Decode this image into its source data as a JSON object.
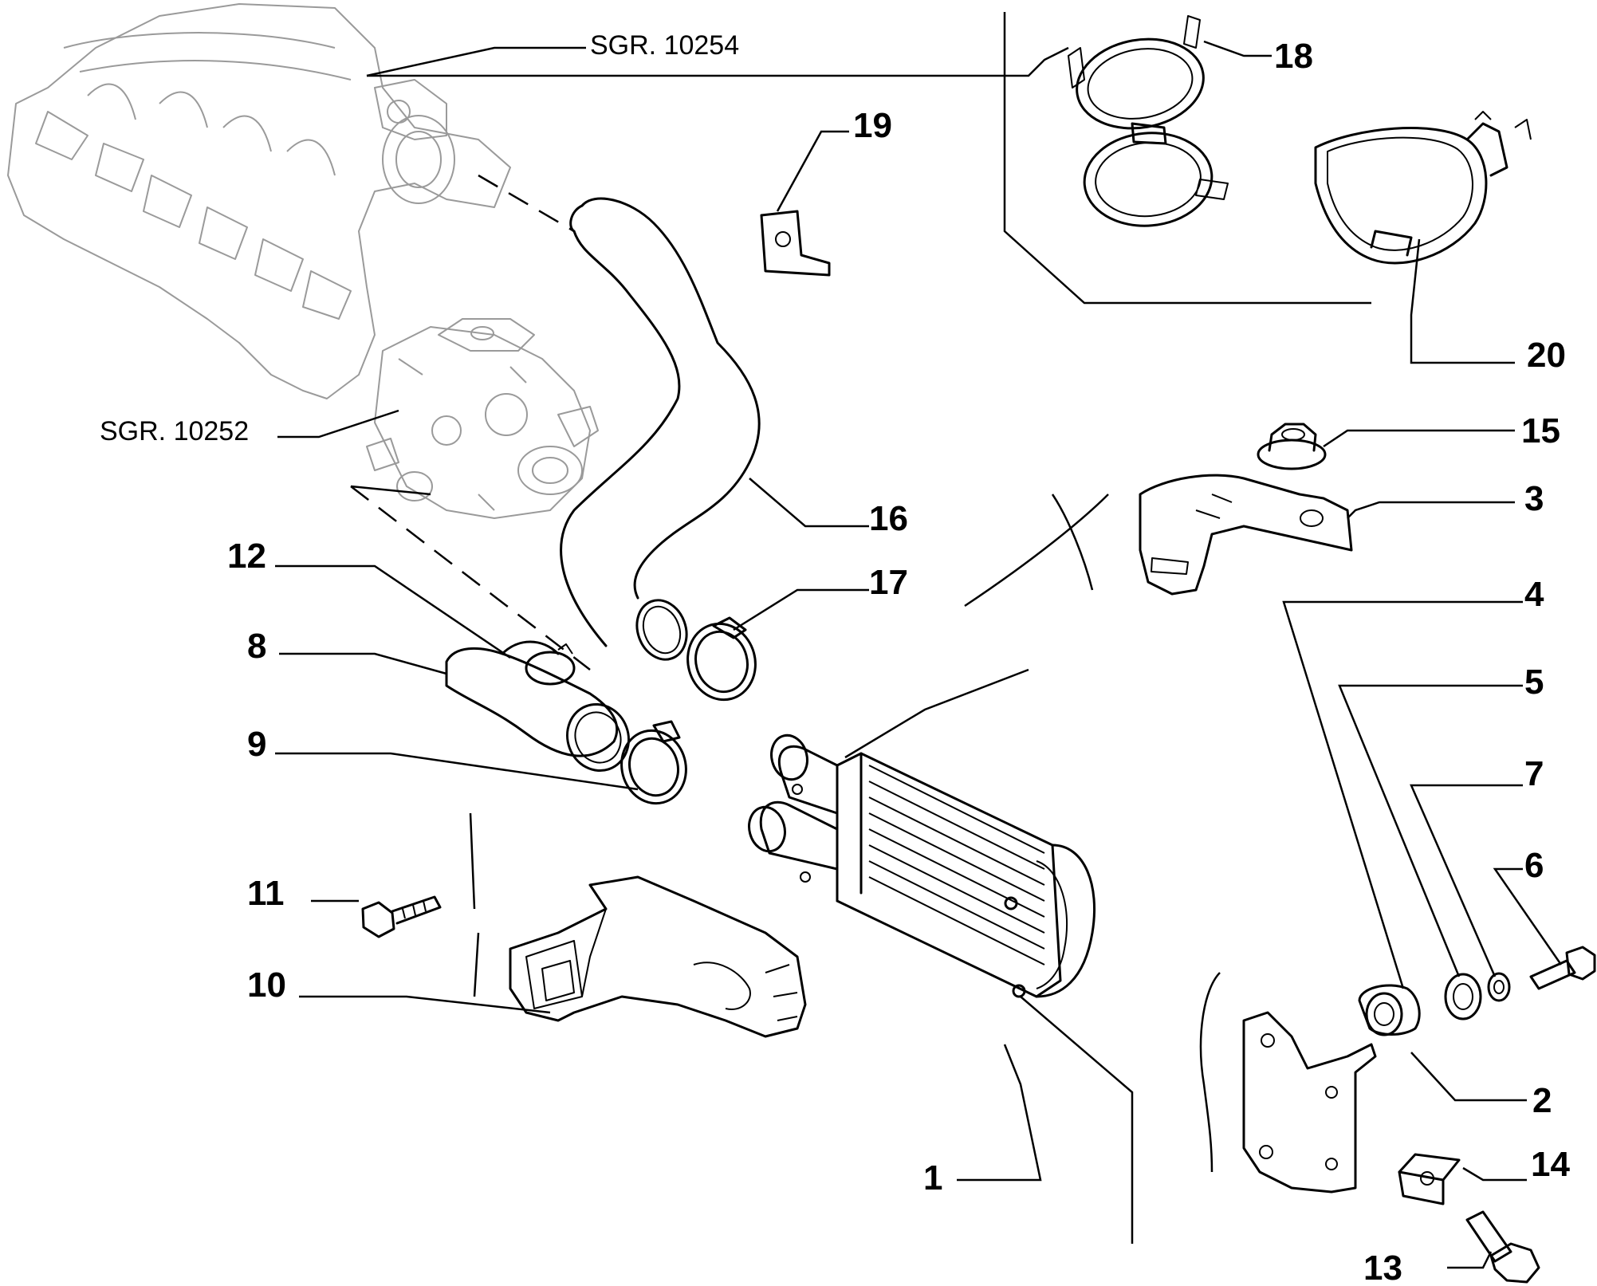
{
  "references": {
    "intake_manifold": "SGR. 10254",
    "throttle_body": "SGR. 10252"
  },
  "callouts": [
    "1",
    "2",
    "3",
    "4",
    "5",
    "6",
    "7",
    "8",
    "9",
    "10",
    "11",
    "12",
    "13",
    "14",
    "15",
    "16",
    "17",
    "18",
    "19",
    "20"
  ]
}
